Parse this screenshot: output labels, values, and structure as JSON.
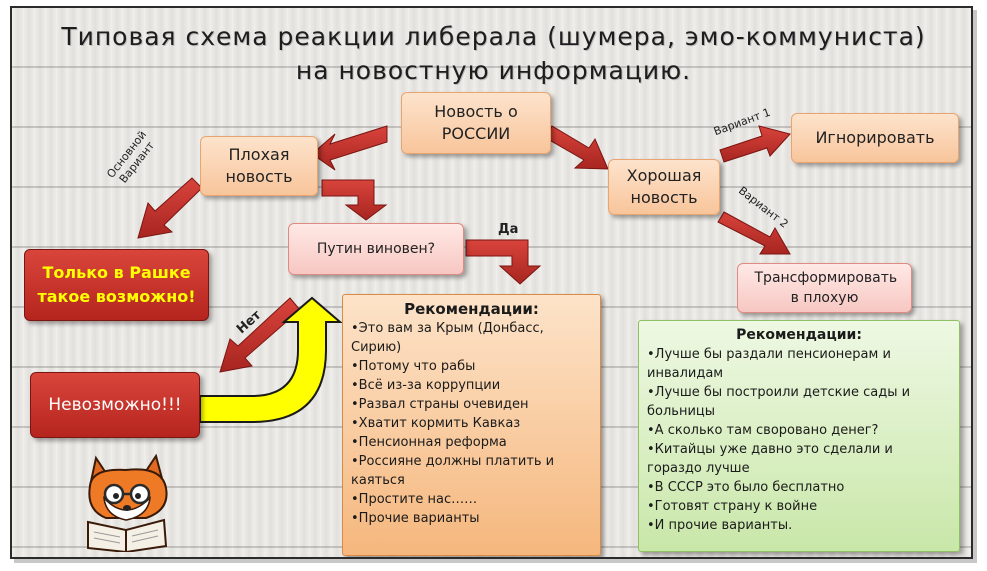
{
  "title": {
    "line1": "Типовая схема  реакции либерала (шумера, эмо-коммуниста)",
    "line2": "на новостную информацию."
  },
  "nodes": {
    "news": "Новость о РОССИИ",
    "bad": "Плохая новость",
    "good": "Хорошая новость",
    "ignore": "Игнорировать",
    "transform": "Трансформировать в плохую",
    "putin": "Путин виновен?",
    "only_russia": "Только в  Рашке такое возможно!",
    "impossible": "Невозможно!!!"
  },
  "labels": {
    "main_variant": "Основной Вариант",
    "variant1": "Вариант 1",
    "variant2": "Вариант 2",
    "yes": "Да",
    "no": "Нет"
  },
  "recommend_left": {
    "title": "Рекомендации:",
    "items": [
      "Это вам за Крым (Донбасс, Сирию)",
      "Потому что рабы",
      "Всё из-за коррупции",
      "Развал страны очевиден",
      "Хватит кормить Кавказ",
      "Пенсионная реформа",
      "Россияне должны платить и каяться",
      "Простите нас……",
      "Прочие варианты"
    ]
  },
  "recommend_right": {
    "title": "Рекомендации:",
    "items": [
      "Лучше бы раздали пенсионерам и инвалидам",
      "Лучше бы построили детские сады и больницы",
      "А сколько там своровано денег?",
      "Китайцы уже давно это сделали и гораздо лучше",
      "В СССР это было бесплатно",
      "Готовят страну к войне",
      "И прочие варианты."
    ]
  },
  "colors": {
    "arrow_red": "#c0302a",
    "arrow_yellow": "#ffff00",
    "only_russia_text": "#ffff00"
  },
  "icons": {
    "mascot": "fox-reading-icon"
  }
}
